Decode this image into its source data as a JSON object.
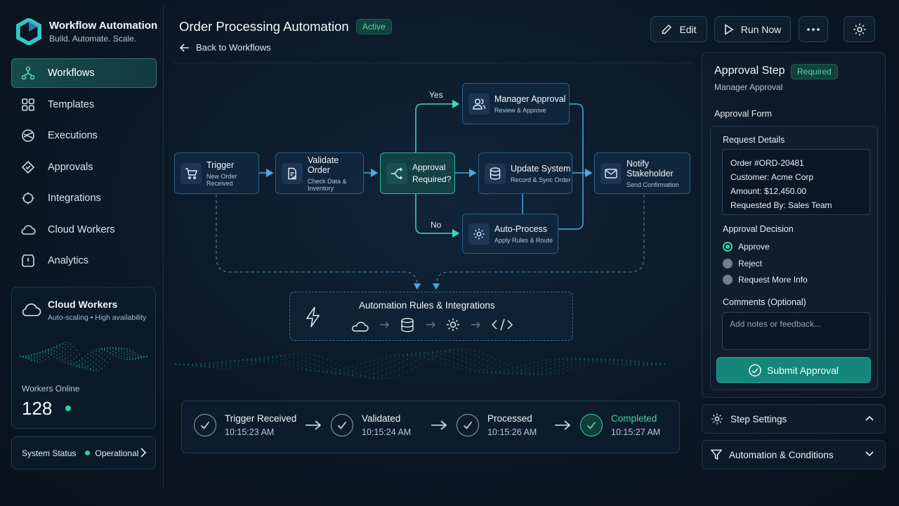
{
  "brand": {
    "title": "Workflow Automation",
    "subtitle": "Build. Automate. Scale."
  },
  "nav": [
    {
      "label": "Workflows",
      "icon": "workflow-icon",
      "active": true
    },
    {
      "label": "Templates",
      "icon": "grid-icon"
    },
    {
      "label": "Executions",
      "icon": "executions-icon"
    },
    {
      "label": "Approvals",
      "icon": "approvals-icon"
    },
    {
      "label": "Integrations",
      "icon": "integrations-icon"
    },
    {
      "label": "Cloud Workers",
      "icon": "cloud-icon"
    },
    {
      "label": "Analytics",
      "icon": "analytics-icon"
    }
  ],
  "cloud_workers": {
    "title": "Cloud Workers",
    "subtitle": "Auto-scaling • High availability",
    "online_label": "Workers Online",
    "online_count": "128"
  },
  "system_status": {
    "label": "System Status",
    "value": "Operational"
  },
  "header": {
    "title": "Order Processing Automation",
    "status": "Active",
    "back": "Back to Workflows",
    "edit": "Edit",
    "run": "Run Now"
  },
  "flow": {
    "trigger": {
      "title": "Trigger",
      "sub": "New Order Received"
    },
    "validate": {
      "title": "Validate Order",
      "sub": "Check Data & Inventory"
    },
    "approval": {
      "title": "Approval Required?"
    },
    "manager": {
      "title": "Manager Approval",
      "sub": "Review & Approve"
    },
    "update": {
      "title": "Update System",
      "sub": "Record & Sync Order"
    },
    "auto": {
      "title": "Auto-Process",
      "sub": "Apply Rules & Route"
    },
    "notify": {
      "title": "Notify Stakeholder",
      "sub": "Send Confirmation"
    },
    "yes": "Yes",
    "no": "No",
    "rules_title": "Automation Rules & Integrations"
  },
  "timeline": [
    {
      "label": "Trigger Received",
      "time": "10:15:23 AM"
    },
    {
      "label": "Validated",
      "time": "10:15:24 AM"
    },
    {
      "label": "Processed",
      "time": "10:15:26 AM"
    },
    {
      "label": "Completed",
      "time": "10:15:27 AM"
    }
  ],
  "panel": {
    "title": "Approval Step",
    "badge": "Required",
    "subtitle": "Manager Approval",
    "form_label": "Approval Form",
    "request_label": "Request Details",
    "request_lines": [
      "Order #ORD-20481",
      "Customer: Acme Corp",
      "Amount: $12,450.00",
      "Requested By: Sales Team"
    ],
    "decision_label": "Approval Decision",
    "options": [
      {
        "label": "Approve",
        "selected": true
      },
      {
        "label": "Reject",
        "selected": false
      },
      {
        "label": "Request More Info",
        "selected": false
      }
    ],
    "comments_label": "Comments (Optional)",
    "comments_placeholder": "Add notes or feedback...",
    "submit": "Submit Approval"
  },
  "accordions": {
    "step_settings": "Step Settings",
    "automation": "Automation & Conditions"
  },
  "colors": {
    "accent": "#2fd0b0",
    "primary_button": "#15867a",
    "status_green": "#2bd49a",
    "node_border": "#2b5f8a"
  }
}
